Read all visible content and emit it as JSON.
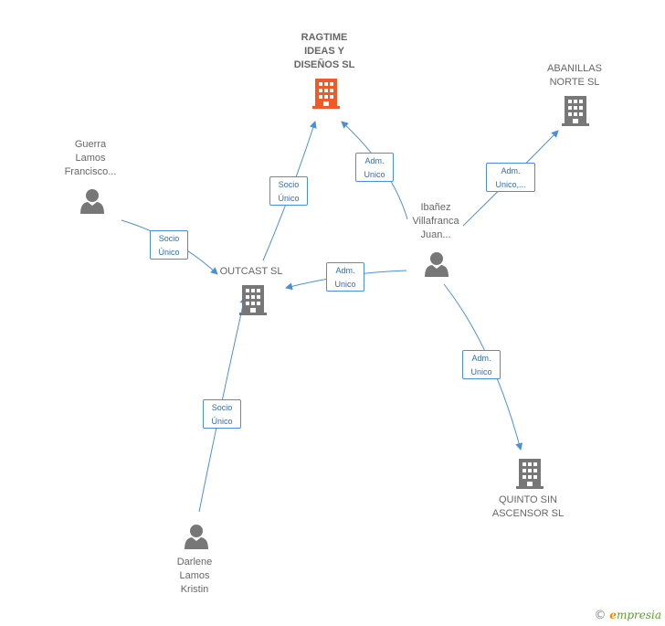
{
  "nodes": {
    "ragtime": {
      "label": "RAGTIME\nIDEAS Y\nDISEÑOS  SL",
      "type": "company",
      "color": "#f05a28"
    },
    "abanillas": {
      "label": "ABANILLAS\nNORTE  SL",
      "type": "company",
      "color": "#777777"
    },
    "guerra": {
      "label": "Guerra\nLamos\nFrancisco...",
      "type": "person",
      "color": "#777777"
    },
    "ibanez": {
      "label": "Ibañez\nVillafranca\nJuan...",
      "type": "person",
      "color": "#777777"
    },
    "outcast": {
      "label": "OUTCAST  SL",
      "type": "company",
      "color": "#777777"
    },
    "quinto": {
      "label": "QUINTO SIN\nASCENSOR  SL",
      "type": "company",
      "color": "#777777"
    },
    "darlene": {
      "label": "Darlene\nLamos\nKristin",
      "type": "person",
      "color": "#777777"
    }
  },
  "edges": {
    "outcast_ragtime": "Socio\nÚnico",
    "ibanez_ragtime": "Adm.\nUnico",
    "ibanez_abanillas": "Adm.\nUnico,...",
    "guerra_outcast": "Socio\nÚnico",
    "ibanez_outcast": "Adm.\nUnico",
    "ibanez_quinto": "Adm.\nUnico",
    "darlene_outcast": "Socio\nÚnico"
  },
  "colors": {
    "edge": "#4a90d9",
    "highlight": "#f05a28",
    "node": "#777777"
  },
  "footer": {
    "copyright": "©",
    "brand_first": "e",
    "brand_rest": "mpresia"
  }
}
